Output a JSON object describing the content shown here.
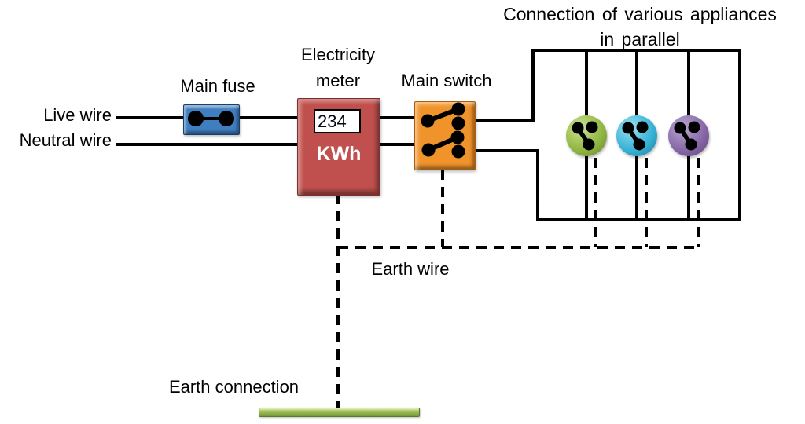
{
  "diagram": {
    "title_line1": "Connection of various appliances",
    "title_line2": "in parallel",
    "labels": {
      "live_wire": "Live wire",
      "neutral_wire": "Neutral wire",
      "main_fuse": "Main fuse",
      "electricity_meter_line1": "Electricity",
      "electricity_meter_line2": "meter",
      "main_switch": "Main switch",
      "earth_wire": "Earth wire",
      "earth_connection": "Earth connection"
    },
    "meter": {
      "reading": "234",
      "unit": "KWh"
    },
    "colors": {
      "wire": "#000000",
      "main_fuse_box": "#3E7EC1",
      "electricity_meter_box": "#C0504D",
      "main_switch_box": "#F0932B",
      "appliance_green": "#8FB442",
      "appliance_blue": "#35AFD3",
      "appliance_purple": "#8565A5",
      "earth_connection_bar": "#9BBB59"
    },
    "appliances": [
      {
        "name": "appliance-green",
        "color": "#8FB442"
      },
      {
        "name": "appliance-blue",
        "color": "#35AFD3"
      },
      {
        "name": "appliance-purple",
        "color": "#8565A5"
      }
    ]
  }
}
